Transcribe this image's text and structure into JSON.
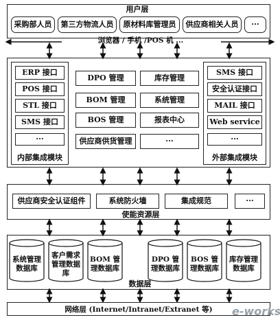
{
  "user_layer": {
    "title": "用户层",
    "users": [
      "采购部人员",
      "第三方物流人员",
      "原材料库管理员",
      "供应商相关人员",
      "···"
    ],
    "access_bar": "浏览器 / 手机 /POS 机 ..."
  },
  "internal_module": {
    "title": "内部集成模块",
    "items": [
      "ERP 接口",
      "POS 接口",
      "STL 接口",
      "SMS 接口",
      "···"
    ]
  },
  "core_modules": [
    "DPO 管理",
    "库存管理",
    "BOM 管理",
    "系统管理",
    "BOS 管理",
    "报表中心",
    "供应商供货管理",
    "···"
  ],
  "external_module": {
    "title": "外部集成模块",
    "items": [
      "SMS 接口",
      "安全认证接口",
      "MAIL 接口",
      "Web service",
      "···"
    ]
  },
  "enabling_layer": {
    "title": "使能资源层",
    "items": [
      "供应商安全认证组件",
      "系统防火墙",
      "集成规范",
      "···"
    ]
  },
  "data_layer": {
    "title": "数据层",
    "databases": [
      "系统管理数据库",
      "客户需求管理数据库",
      "BOM 管理数据库",
      "DPO 管理数据库",
      "BOS 管理数据库",
      "库存管理数据库"
    ]
  },
  "network_layer": {
    "label": "网络层 (Internet/Intranet/Extranet 等)"
  },
  "watermark": "e-works"
}
